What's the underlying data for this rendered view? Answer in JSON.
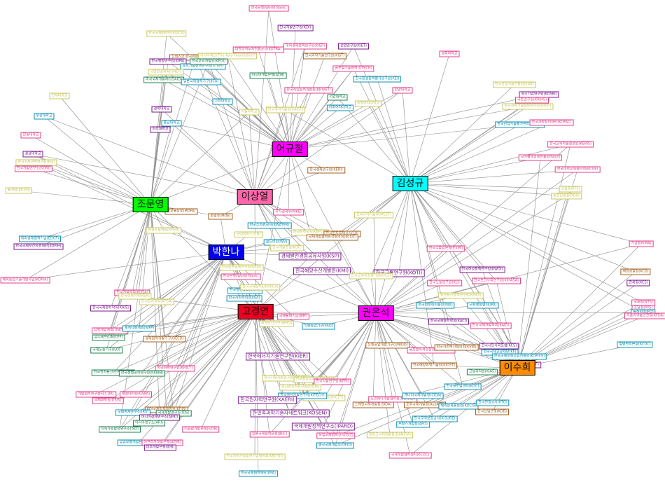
{
  "colors": {
    "edge": "#8a8a8a",
    "yellow": "#c8c860",
    "pink": "#e0408a",
    "teal": "#1090b0",
    "purple": "#7a1a8a",
    "green": "#208050",
    "brown": "#a06020",
    "blue": "#2050c0",
    "hub_magenta": "#ff00ff",
    "hub_pink": "#ff66aa",
    "hub_cyan": "#00ffff",
    "hub_green": "#00ff00",
    "hub_blue": "#0000ee",
    "hub_red": "#ee0022",
    "hub_orange": "#ff8c00"
  },
  "hubs": [
    {
      "id": "h1",
      "label": "어규철",
      "color": "#ff00ff"
    },
    {
      "id": "h2",
      "label": "이상열",
      "color": "#ff66aa"
    },
    {
      "id": "h3",
      "label": "김성규",
      "color": "#00ffff"
    },
    {
      "id": "h4",
      "label": "조문영",
      "color": "#00ff00"
    },
    {
      "id": "h5",
      "label": "박한나",
      "color": "#0000ee"
    },
    {
      "id": "h6",
      "label": "고경연",
      "color": "#ee0022"
    },
    {
      "id": "h7",
      "label": "권은석",
      "color": "#ff00ff"
    },
    {
      "id": "h8",
      "label": "이수희",
      "color": "#ff8c00"
    }
  ],
  "labels": {
    "worldbank": "한국은행(World Bank)",
    "koica": "한국국제협력단(KOICA)",
    "kotra": "대한무역투자진흥공사(KOTRA)",
    "kdi": "한국개발연구원(KDI)",
    "kiep": "대외경제정책연구원(KIEP)",
    "kiet": "산업연구원(KIET)",
    "kist": "한국과학기술연구원(KIST)",
    "unesco": "유네스코 한국위원회(UNESCO)",
    "asiafound": "아시아재단(The Asia Foundation)",
    "kipa": "한국행정연구원(KIPA)",
    "stepi": "과학기술정책연구원(STEPI)",
    "kedi": "한국교육개발원(KEDI)",
    "unep": "유엔환경계획(UNEP)",
    "adb": "아시아개발은행(ADB)",
    "usaid": "미국국제개발처(USAID)",
    "jica": "일본국제협력기구(JICA)",
    "gtech": "글로벌기술협력(GTECH)",
    "kei": "한국환경정책평가연구원(KEI)",
    "krivet": "한국직업능력개발원(KRIVET)",
    "sogang": "서강대학교",
    "yonsei": "연세대학교",
    "korea": "고려대학교",
    "snu": "서울대학교",
    "kaist": "한국과학기술원(KAIST)",
    "ewha": "이화여자대학교",
    "sookmyung": "숙명여자대학교",
    "hanyang": "한양대학교",
    "kyunghee": "경희대학교",
    "pnu": "부산대학교",
    "knu": "경북대학교",
    "cnu": "충남대학교",
    "ajou": "아주대학교",
    "handong": "한동대학교",
    "gnu": "경상대학교",
    "ksi": "한국사회과학연구원(KSI)",
    "kdri": "한국개발연구소(KDRI)",
    "keri": "한국경제연구원(KERI)",
    "kosis": "통계청(KOSIS)",
    "mofa": "외교통상부(MOFA)",
    "moe": "환경부(MOE)",
    "mke": "지식경제부(MKE)",
    "mest": "교육과학기술부(MEST)",
    "kwater": "한국수자원공사(KWATER)",
    "kepco": "한국전력공사(KEPCO)",
    "lh": "한국토지주택공사(LH)",
    "ngo": "국제개발협력민간협의회(KCOC)",
    "kfem": "환경운동연합(KFEM)",
    "goodn": "굿네이버스(GN)",
    "worldvision": "월드비전(WV)",
    "kdf": "한국개발포럼(KDF)",
    "ksp": "경제발전경험공유사업(KSP)",
    "eximbank": "한국수출입은행(EXIM)",
    "edcf": "대외경제협력기금(EDCF)",
    "kofih": "한국국제보건의료재단(KOFIH)",
    "kopia": "해외농업기술개발사업(KOPIA)",
    "krei": "한국농촌경제연구원(KREI)",
    "kmi": "한국해양수산개발원(KMI)",
    "koti": "한국교통연구원(KOTI)",
    "kice": "한국교육과정평가원(KICE)",
    "kwdi": "한국여성정책연구원(KWDI)",
    "kihasa": "한국보건사회연구원(KIHASA)",
    "kli": "한국노동연구원(KLI)",
    "kisdi": "정보통신정책연구원(KISDI)",
    "nia": "한국정보화진흥원(NIA)",
    "ipa": "국제행정협회(IPA)",
    "kaci": "한국국제협력학회(KACI)",
    "kaid": "한국국제개발학회(KAID)",
    "kapa": "한국행정학회(KAPA)",
    "kasa": "한국사회학회(KASA)",
    "kdsa": "한국개발학회(KDSA)",
    "kea": "한국경제학회(KEA)",
    "kpsa": "한국정치학회(KPSA)",
    "kaia": "한국국제정치학회(KAIS)",
    "undp": "유엔개발계획(UNDP)",
    "wfp": "세계식량계획(WFP)",
    "unicef": "유니세프(UNICEF)",
    "oecd": "경제협력개발기구(OECD)",
    "ilo": "국제노동기구(ILO)",
    "imf": "국제통화기금(IMF)",
    "who": "세계보건기구(WHO)",
    "fao": "식량농업기구(FAO)",
    "unido": "유엔공업개발기구(UNIDO)",
    "gggi": "글로벌녹색성장연구소(GGGI)",
    "ksw": "한국사회복지협의회(KSW)",
    "kcs": "한국시민사회포럼(KCS)",
    "kfpa": "한국국제교류재단(KF)",
    "kofice": "한국국제문화교류진흥원(KOFICE)",
    "nrf": "한국연구재단(NRF)",
    "kias": "고등과학원(KIAS)",
    "kiost": "한국해양과학기술원(KIOST)",
    "kier": "한국에너지기술연구원(KIER)",
    "krict": "한국화학연구원(KRICT)",
    "etri": "한국전자통신연구원(ETRI)",
    "kribb": "한국생명공학연구원(KRIBB)",
    "kigam": "한국지질자원연구원(KIGAM)",
    "kari": "한국항공우주연구원(KARI)",
    "kfri": "한국식품연구원(KFRI)",
    "kiom": "한국한의학연구원(KIOM)",
    "kicet": "한국세라믹기술원(KICET)",
    "kitech": "한국생산기술연구원(KITECH)",
    "kaeri": "한국원자력연구원(KAERI)",
    "kosen": "한민족과학기술자네트워크(KOSEN)",
    "ipard": "국제개발정책연구소(IPARD)",
    "cdr": "개발협력연구센터(CDR)",
    "gsis": "국제대학원(GSIS)",
    "gspa": "행정대학원(GSPA)",
    "kdis": "KDI국제정책대학원(KDIS)",
    "ids": "국제개발연구소(IDS)",
    "irs": "국제관계연구소(IRS)",
    "aeri": "아시아경제연구소(AERI)",
    "ari": "아시아연구소(ARI)",
    "isd": "지속가능발전연구소(ISD)",
    "ebrd": "유럽부흥개발은행(EBRD)",
    "afdb": "아프리카개발은행(AfDB)",
    "iadb": "미주개발은행(IDB)",
    "isdb": "이슬람개발은행(IsDB)",
    "jbic": "일본국제협력은행(JBIC)",
    "giz": "독일국제협력공사(GIZ)",
    "dfid": "영국국제개발부(DFID)",
    "sida": "스웨덴국제개발청(SIDA)",
    "norad": "노르웨이개발협력청(NORAD)",
    "cida": "캐나다국제개발청(CIDA)",
    "ausaid": "호주국제개발청(AusAID)",
    "afd": "프랑스개발청(AFD)",
    "danida": "덴마크국제개발청(DANIDA)",
    "kcoc2": "국제개발협력센터(KCOC)",
    "ksd": "한국지속가능발전기업협의회(KBCSD)",
    "kfa": "한국국제협력재단(KFA)",
    "kgc": "한국글로벌센터(KGC)",
    "kocis": "해외문화홍보원(KOCIS)",
    "kotfa": "한국관광공사(KTO)",
    "kdb": "한국산업은행(KDB)",
    "ksure": "한국무역보험공사(K-SURE)",
    "kiat": "한국산업기술진흥원(KIAT)",
    "kosbi": "중소기업연구원(KOSBI)",
    "kiet2": "국토연구원(KRIHS)",
    "kisti": "한국과학기술정보연구원(KISTI)",
    "keit": "한국산업기술평가관리원(KEIT)",
    "kofac": "한국과학창의재단(KOFAC)",
    "kedi2": "한국교육학술정보원(KERIS)",
    "nile": "국가평생교육진흥원(NILE)",
    "kcue": "한국대학교육협의회(KCUE)",
    "kfs": "산림청(KFS)",
    "rda": "농촌진흥청(RDA)",
    "kma": "기상청(KMA)",
    "kcg": "해양경찰청(KCG)",
    "kcs2": "관세청(KCS)",
    "nts": "국세청(NTS)",
    "pps": "조달청(PPS)",
    "kipo": "특허청(KIPO)",
    "kfda": "식품의약품안전청(KFDA)",
    "kcdc": "질병관리본부(KCDC)"
  }
}
